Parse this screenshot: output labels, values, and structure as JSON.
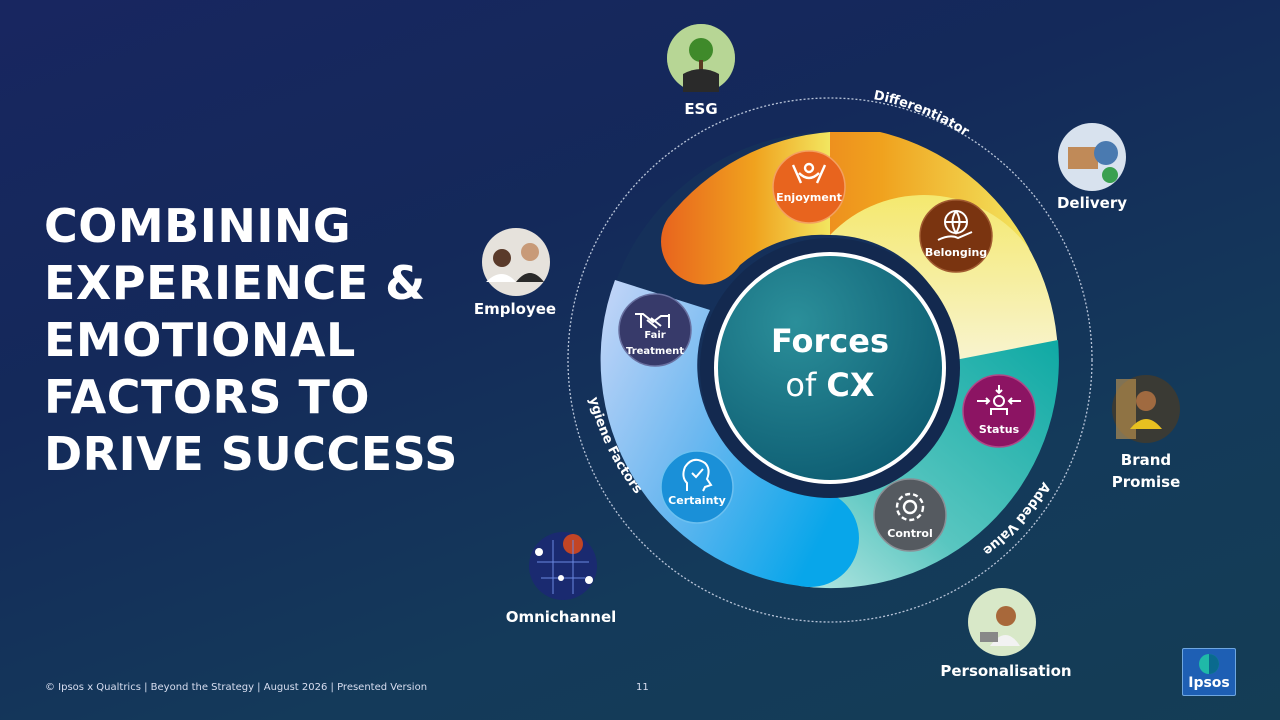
{
  "headline": [
    "COMBINING",
    "EXPERIENCE &",
    "EMOTIONAL",
    "FACTORS TO",
    "DRIVE SUCCESS"
  ],
  "center": {
    "line1": "Forces",
    "line2_prefix": "of ",
    "line2_strong": "CX"
  },
  "ring_labels": {
    "differentiator": "Differentiator",
    "added_value": "Added Value",
    "hygiene_factors": "Hygiene Factors"
  },
  "forces": [
    {
      "id": "enjoyment",
      "label": "Enjoyment",
      "icon": "enjoyment-icon",
      "color": "#e8641e"
    },
    {
      "id": "belonging",
      "label": "Belonging",
      "icon": "globe-hand-icon",
      "color": "#7a3410"
    },
    {
      "id": "status",
      "label": "Status",
      "icon": "status-icon",
      "color": "#8c1463"
    },
    {
      "id": "control",
      "label": "Control",
      "icon": "gear-icon",
      "color": "#555a60"
    },
    {
      "id": "certainty",
      "label": "Certainty",
      "icon": "head-check-icon",
      "color": "#1a90d8"
    },
    {
      "id": "fair-treatment",
      "label": "Fair Treatment",
      "lines": [
        "Fair",
        "Treatment"
      ],
      "icon": "handshake-icon",
      "color": "#373a6a"
    }
  ],
  "touchpoints": [
    {
      "id": "esg",
      "lines": [
        "ESG"
      ],
      "icon": "tree-photo"
    },
    {
      "id": "delivery",
      "lines": [
        "Delivery"
      ],
      "icon": "delivery-photo"
    },
    {
      "id": "brand-promise",
      "lines": [
        "Brand",
        "Promise"
      ],
      "icon": "person-laptop-photo"
    },
    {
      "id": "personalisation",
      "lines": [
        "Personalisation"
      ],
      "icon": "woman-laptop-photo"
    },
    {
      "id": "omnichannel",
      "lines": [
        "Omnichannel"
      ],
      "icon": "network-photo"
    },
    {
      "id": "employee",
      "lines": [
        "Employee"
      ],
      "icon": "team-photo"
    }
  ],
  "footer": "© Ipsos x Qualtrics | Beyond the Strategy | August 2026 | Presented Version",
  "page_number": "11",
  "logo_text": "Ipsos",
  "colors": {
    "background": "#16285c",
    "ring_orange": "#ea6a26",
    "ring_yellow": "#f4ea96",
    "ring_teal": "#12aaa6",
    "ring_blue": "#1aa6e8",
    "ring_lavender": "#b4c8f4",
    "center_teal": "#137a86"
  }
}
